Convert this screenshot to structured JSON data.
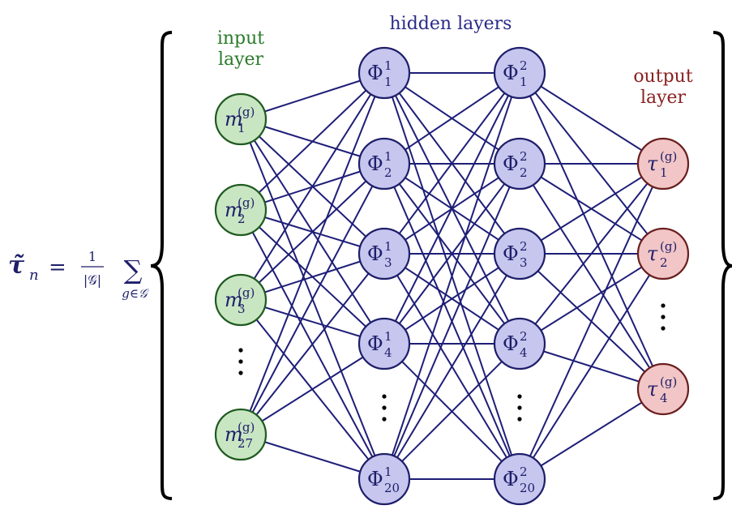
{
  "formula": {
    "lhs_symbol": "τ̃",
    "lhs_subscript": "n",
    "equals": "=",
    "frac_num": "1",
    "frac_den": "|𝒢|",
    "sum": "∑",
    "sum_sub": "g∈𝒢",
    "brace_left": "{",
    "brace_right": "}"
  },
  "labels": {
    "input_line1": "input",
    "input_line2": "layer",
    "hidden": "hidden layers",
    "output_line1": "output",
    "output_line2": "layer"
  },
  "input_nodes": [
    {
      "base": "m",
      "sub": "1",
      "sup": "(g)"
    },
    {
      "base": "m",
      "sub": "2",
      "sup": "(g)"
    },
    {
      "base": "m",
      "sub": "3",
      "sup": "(g)"
    },
    {
      "base": "m",
      "sub": "27",
      "sup": "(g)"
    }
  ],
  "hidden1_nodes": [
    {
      "base": "Φ",
      "sub": "1",
      "sup": "1"
    },
    {
      "base": "Φ",
      "sub": "2",
      "sup": "1"
    },
    {
      "base": "Φ",
      "sub": "3",
      "sup": "1"
    },
    {
      "base": "Φ",
      "sub": "4",
      "sup": "1"
    },
    {
      "base": "Φ",
      "sub": "20",
      "sup": "1"
    }
  ],
  "hidden2_nodes": [
    {
      "base": "Φ",
      "sub": "1",
      "sup": "2"
    },
    {
      "base": "Φ",
      "sub": "2",
      "sup": "2"
    },
    {
      "base": "Φ",
      "sub": "3",
      "sup": "2"
    },
    {
      "base": "Φ",
      "sub": "4",
      "sup": "2"
    },
    {
      "base": "Φ",
      "sub": "20",
      "sup": "2"
    }
  ],
  "output_nodes": [
    {
      "base": "τ",
      "sub": "1",
      "sup": "(g)"
    },
    {
      "base": "τ",
      "sub": "2",
      "sup": "(g)"
    },
    {
      "base": "τ",
      "sub": "4",
      "sup": "(g)"
    }
  ],
  "ellipsis": "⋮",
  "colors": {
    "input_fill": "#c9e6c3",
    "input_stroke": "#1f5a1f",
    "hidden_fill": "#c6c6ef",
    "hidden_stroke": "#1e1e6a",
    "output_fill": "#f2c6c6",
    "output_stroke": "#6a1e1e",
    "edge": "#1e1e78",
    "node_text": "#1e1e6a",
    "input_label": "#2a7a2a",
    "hidden_label": "#2a2a8a",
    "output_label": "#8a2020",
    "formula": "#1e1e6a"
  }
}
